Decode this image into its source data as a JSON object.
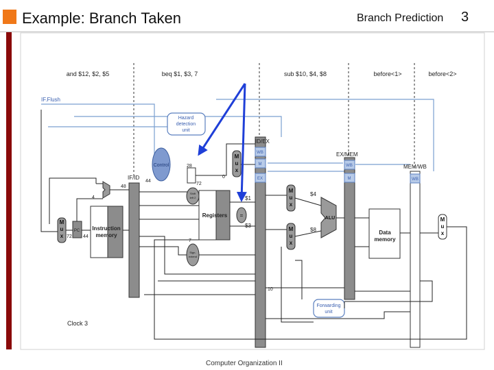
{
  "slide": {
    "title": "Example: Branch Taken",
    "header": "Branch Prediction",
    "page_number": "3",
    "footer": "Computer Organization II"
  },
  "diagram": {
    "instructions": [
      "and $12, $2, $5",
      "beq $1, $3, 7",
      "sub $10, $4, $8",
      "before<1>",
      "before<2>"
    ],
    "if_flush": "IF.Flush",
    "hazard_unit": [
      "Hazard",
      "detection",
      "unit"
    ],
    "control": "Control",
    "pipeline_registers": {
      "if_id": "IF/ID",
      "id_ex": "ID/EX",
      "ex_mem": "EX/MEM",
      "mem_wb": "MEM/WB"
    },
    "stage_fields": {
      "wb": "WB",
      "m": "M",
      "ex": "EX"
    },
    "registers": "Registers",
    "alu": "ALU",
    "data_memory": [
      "Data",
      "memory"
    ],
    "instruction_memory": [
      "Instruction",
      "memory"
    ],
    "pc": "PC",
    "forwarding_unit": [
      "Forwarding",
      "unit"
    ],
    "sign_extend": [
      "Sign-",
      "extend"
    ],
    "shift_left": [
      "Shift",
      "left 2"
    ],
    "equals": "=",
    "mux": "M\nu\nx",
    "clock": "Clock 3",
    "values": {
      "v48": "48",
      "v4": "4",
      "v44": "44",
      "v72a": "72",
      "v72b": "72",
      "v44b": "44",
      "v28": "28",
      "v0": "0",
      "v7": "7",
      "v10": "10",
      "s1": "$1",
      "s3": "$3",
      "s4": "$4",
      "s8": "$8"
    }
  },
  "colors": {
    "accent": "#f07818",
    "sidebar": "#8a0a0a",
    "arrow": "#1f3fd8",
    "control_wire": "#7a9fd0"
  }
}
